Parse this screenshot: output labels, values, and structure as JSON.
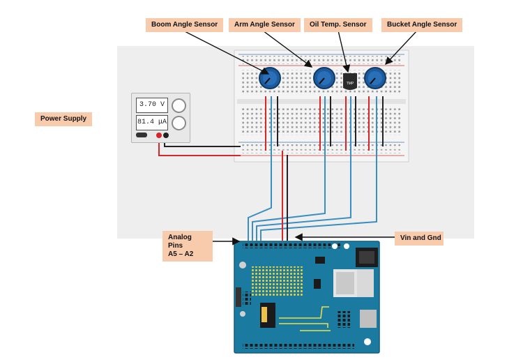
{
  "labels": {
    "boom": "Boom Angle Sensor",
    "arm": "Arm Angle Sensor",
    "oil": "Oil Temp. Sensor",
    "bucket": "Bucket Angle Sensor",
    "power": "Power Supply",
    "analog_line1": "Analog Pins",
    "analog_line2": "A5 – A2",
    "vin": "Vin and Gnd"
  },
  "power_supply": {
    "voltage": "3.70 V",
    "current": "81.4 μA"
  },
  "temp_sensor_text": "TMP",
  "colors": {
    "label_bg": "#f8cbad",
    "wire_red": "#d62728",
    "wire_black": "#222222",
    "wire_blue": "#3a8fc0",
    "board": "#1b7aa0",
    "potentiometer": "#1d5b9c"
  }
}
